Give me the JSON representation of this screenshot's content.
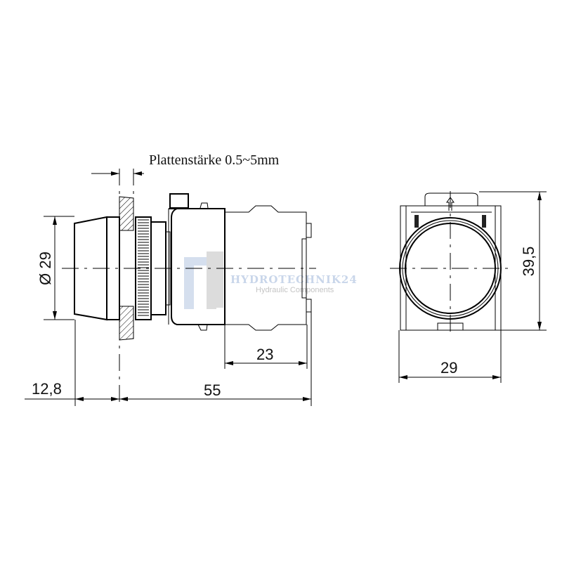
{
  "drawing": {
    "panel_thickness_label": "Plattenstärke 0.5~5mm",
    "dimensions": {
      "diameter": "Ø 29",
      "cap_length": "12,8",
      "total_length": "55",
      "block_length": "23",
      "front_width": "29",
      "front_height": "39,5"
    }
  },
  "watermark": {
    "brand": "HYDROTECHNIK24",
    "tagline": "Hydraulic Components"
  }
}
